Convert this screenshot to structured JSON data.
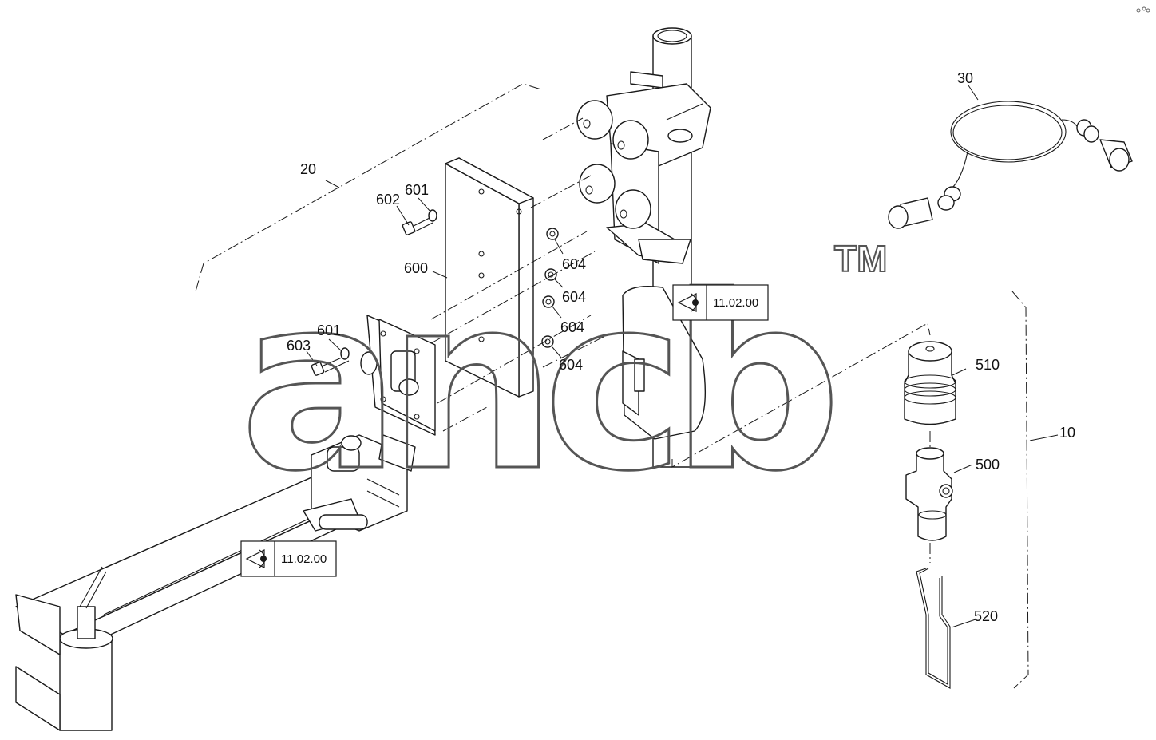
{
  "watermark": {
    "logo_text": "ancb",
    "trademark": "TM"
  },
  "part_numbers": {
    "p10": "10",
    "p20": "20",
    "p30": "30",
    "p500": "500",
    "p510": "510",
    "p520": "520",
    "p600": "600",
    "p601a": "601",
    "p601b": "601",
    "p602": "602",
    "p603": "603",
    "p604a": "604",
    "p604b": "604",
    "p604c": "604",
    "p604d": "604"
  },
  "references": {
    "ref_upper": {
      "icon": "eye-icon",
      "text": "11.02.00"
    },
    "ref_lower": {
      "icon": "eye-icon",
      "text": "11.02.00"
    }
  },
  "colors": {
    "line": "#1a1a1a",
    "watermark": "#555555",
    "background": "#ffffff"
  }
}
